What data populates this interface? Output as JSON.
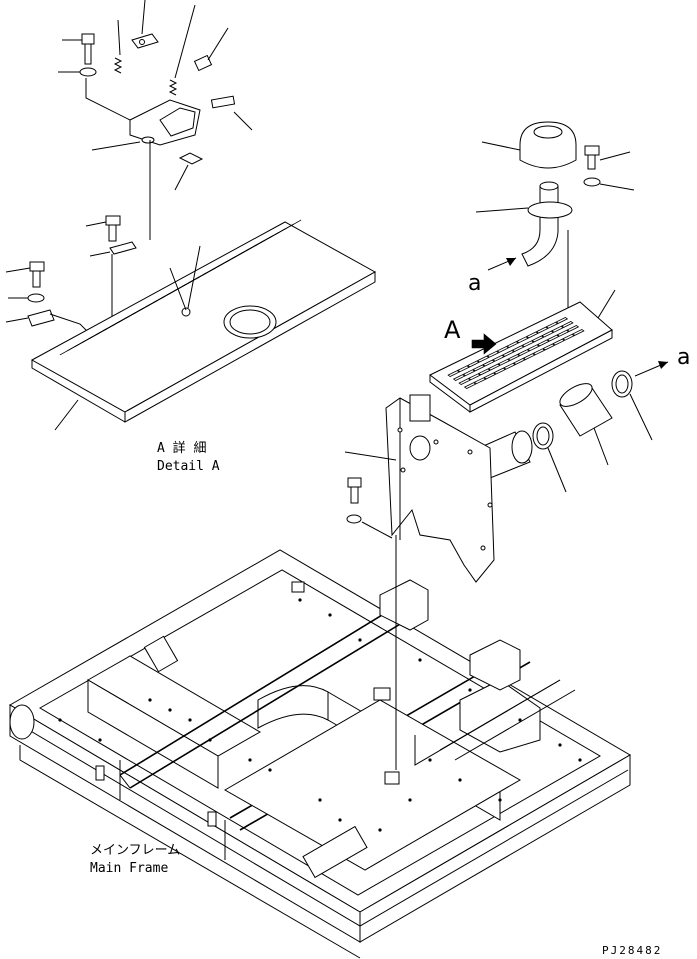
{
  "detail_a": {
    "jp": "A 詳 細",
    "en": "Detail A"
  },
  "main_frame": {
    "jp": "メインフレーム",
    "en": "Main Frame"
  },
  "view_marker_a": "A",
  "arrow_label_left": "a",
  "arrow_label_right": "a",
  "drawing_code": "PJ28482"
}
